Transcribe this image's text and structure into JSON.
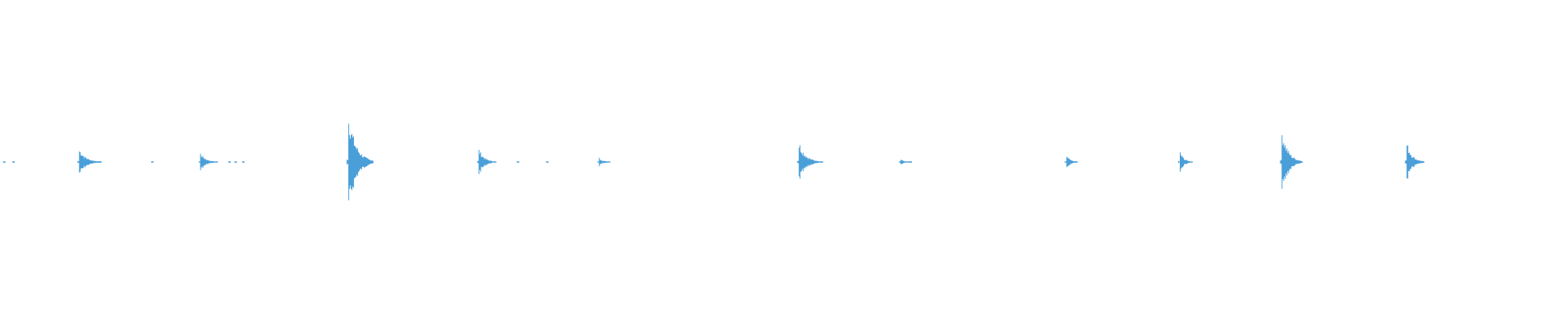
{
  "waveform": {
    "color": "#4a9fd8",
    "background": "#ffffff",
    "time_range": [
      0,
      1
    ],
    "amplitude_range": [
      -1,
      1
    ],
    "events": [
      {
        "t": 0.0515,
        "amp": 0.27,
        "decay": 0.014
      },
      {
        "t": 0.13,
        "amp": 0.19,
        "decay": 0.011
      },
      {
        "t": 0.226,
        "amp": 1.0,
        "decay": 0.016
      },
      {
        "t": 0.3105,
        "amp": 0.27,
        "decay": 0.011
      },
      {
        "t": 0.3885,
        "amp": 0.09,
        "decay": 0.007
      },
      {
        "t": 0.518,
        "amp": 0.41,
        "decay": 0.014
      },
      {
        "t": 0.584,
        "amp": 0.06,
        "decay": 0.006
      },
      {
        "t": 0.6915,
        "amp": 0.14,
        "decay": 0.007
      },
      {
        "t": 0.765,
        "amp": 0.21,
        "decay": 0.008
      },
      {
        "t": 0.831,
        "amp": 0.67,
        "decay": 0.013
      },
      {
        "t": 0.912,
        "amp": 0.4,
        "decay": 0.011
      }
    ],
    "dots": [
      0.0025,
      0.0085,
      0.0645,
      0.0985,
      0.1485,
      0.1525,
      0.1575,
      0.3355,
      0.3545,
      0.3925,
      0.5325,
      0.59,
      0.697
    ]
  }
}
